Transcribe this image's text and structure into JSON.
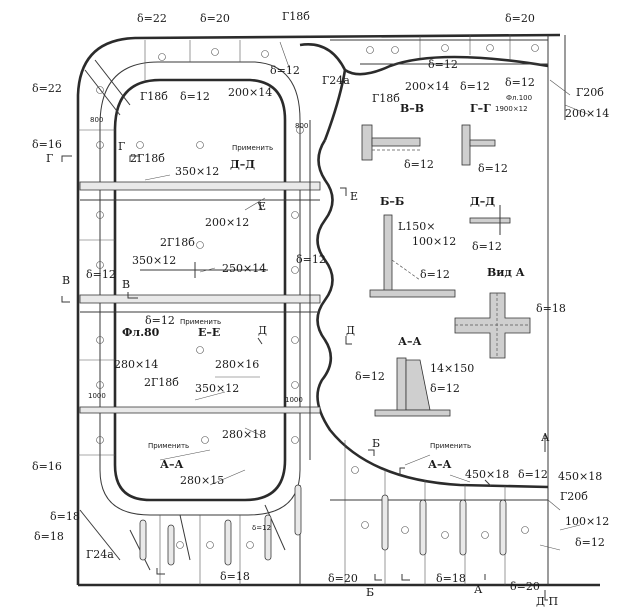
{
  "labels": {
    "d22_top": "δ=22",
    "d20_top": "δ=20",
    "g18b_top": "Г18б",
    "d20_topright": "δ=20",
    "d22_left": "δ=22",
    "g18b_1": "Г18б",
    "d12_1": "δ=12",
    "s200x14_1": "200×14",
    "d12_2": "δ=12",
    "g24a_1": "Г24а",
    "d12_3": "δ=12",
    "s200x14_2": "200×14",
    "d12_4": "δ=12",
    "d12_5": "δ=12",
    "fl100": "Фл.100",
    "s1900x12": "1900×12",
    "g20b": "Г20б",
    "s200x14_3": "200×14",
    "g18b_2": "Г18б",
    "vv": "В–В",
    "gg": "Г–Г",
    "d16_left": "δ=16",
    "g_left": "Г",
    "g_mid": "Г",
    "g18b_3": "2Г18б",
    "primenit_1": "Применить",
    "dd_1": "Д–Д",
    "s350x12_1": "350×12",
    "d12_vv": "δ=12",
    "d12_gg": "δ=12",
    "e_1": "Е",
    "e_2": "Е",
    "s200x12_1": "200×12",
    "bb": "Б–Б",
    "dd_2": "Д–Д",
    "l150": "L150×",
    "s100x12_1": "100×12",
    "d12_dd": "δ=12",
    "g18b_4": "2Г18б",
    "s350x12_2": "350×12",
    "s250x14": "250×14",
    "d12_6": "δ=12",
    "d12_bb": "δ=12",
    "vid_a": "Вид А",
    "v_1": "В",
    "d12_7": "δ=12",
    "v_2": "В",
    "d18_vida": "δ=18",
    "d12_8": "δ=12",
    "primenit_2": "Применить",
    "fl80": "Фл.80",
    "ee": "Е–Е",
    "d_1": "Д",
    "d_2": "Д",
    "s280x14": "280×14",
    "s280x16": "280×16",
    "aa_1": "А–А",
    "d12_aa": "δ=12",
    "s14x150": "14×150",
    "d12_9": "δ=12",
    "g18b_5": "2Г18б",
    "s350x12_3": "350×12",
    "s280x18": "280×18",
    "d16_bottom": "δ=16",
    "primenit_3": "Применить",
    "aa_2": "А–А",
    "b_1": "Б",
    "primenit_4": "Применить",
    "aa_3": "А–А",
    "a_1": "А",
    "s280x15": "280×15",
    "s450x18_1": "450×18",
    "d12_10": "δ=12",
    "s450x18_2": "450×18",
    "d18_1": "δ=18",
    "d12_11": "δ=12",
    "g20b_2": "Г20б",
    "d18_2": "δ=18",
    "s100x12_2": "100×12",
    "d12_12": "δ=12",
    "g24a_2": "Г24а",
    "d18_3": "δ=18",
    "d20_1": "δ=20",
    "d18_4": "δ=18",
    "d20_2": "δ=20",
    "b_2": "Б",
    "a_2": "А",
    "dp": "Д П",
    "n800a": "800",
    "n800b": "800",
    "n1000a": "1000",
    "n1000b": "1000"
  }
}
